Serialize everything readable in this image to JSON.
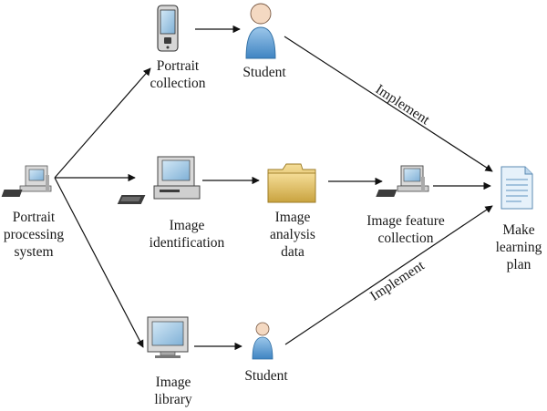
{
  "nodes": {
    "portrait_processing_system": {
      "lines": [
        "Portrait",
        "processing",
        "system"
      ],
      "icon": "desktop-computer-icon"
    },
    "portrait_collection": {
      "lines": [
        "Portrait",
        "collection"
      ],
      "icon": "mobile-phone-icon"
    },
    "student_top": {
      "lines": [
        "Student"
      ],
      "icon": "user-icon"
    },
    "image_identification": {
      "lines": [
        "Image",
        "identification"
      ],
      "icon": "workstation-computer-icon"
    },
    "image_analysis_data": {
      "lines": [
        "Image",
        "analysis",
        "data"
      ],
      "icon": "folder-icon"
    },
    "image_feature_collection": {
      "lines": [
        "Image feature",
        "collection"
      ],
      "icon": "desktop-computer-icon"
    },
    "image_library": {
      "lines": [
        "Image",
        "library"
      ],
      "icon": "monitor-icon"
    },
    "student_bottom": {
      "lines": [
        "Student"
      ],
      "icon": "user-icon"
    },
    "make_learning_plan": {
      "lines": [
        "Make",
        "learning",
        "plan"
      ],
      "icon": "document-icon"
    }
  },
  "edge_labels": {
    "implement_top": "Implement",
    "implement_bottom": "Implement"
  },
  "colors": {
    "arrow": "#111111",
    "screen": "#a9cde6",
    "device_body": "#d9d9d9",
    "device_dark": "#3c3c3c",
    "person_body": "#6fa9d8",
    "folder": "#e3c36e",
    "document": "#cfe3f2"
  }
}
